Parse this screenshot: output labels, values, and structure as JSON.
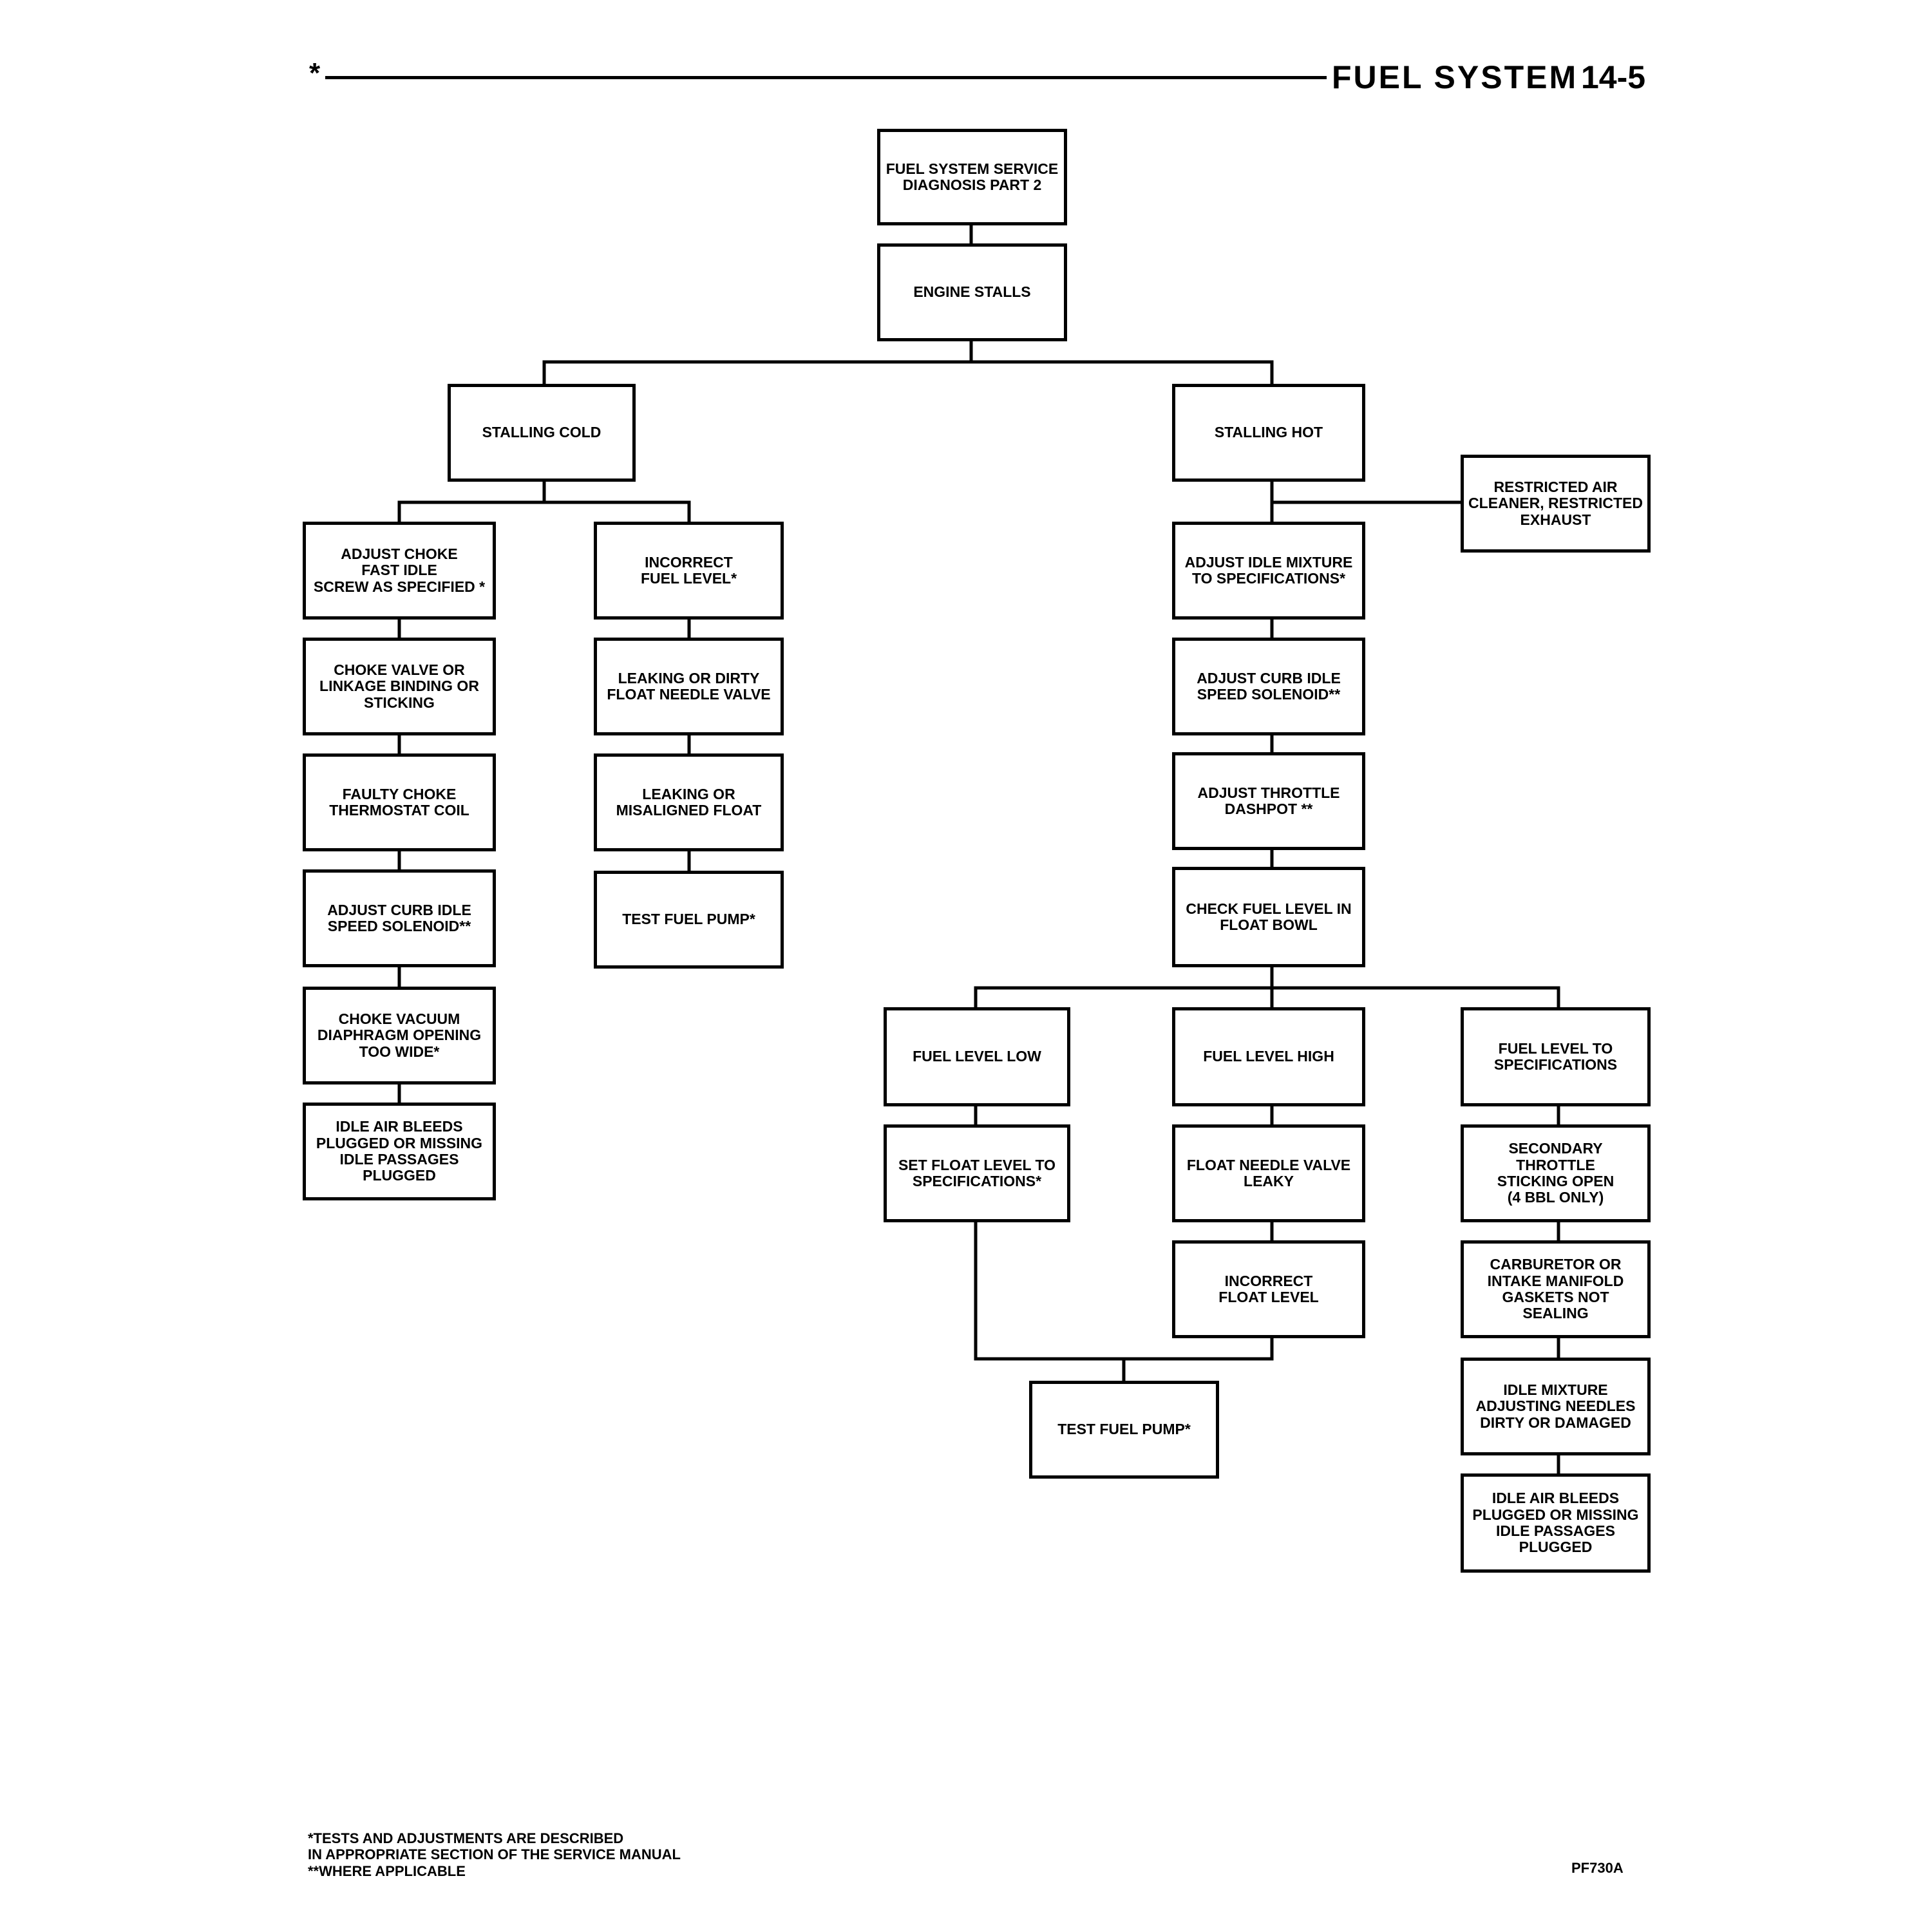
{
  "header": {
    "mark": "*",
    "section_title": "FUEL SYSTEM",
    "page_number": "14-5"
  },
  "boxes": {
    "root": "FUEL SYSTEM SERVICE\nDIAGNOSIS PART 2",
    "engine_stalls": "ENGINE STALLS",
    "stalling_cold": "STALLING COLD",
    "stalling_hot": "STALLING HOT",
    "restricted_air": "RESTRICTED AIR\nCLEANER, RESTRICTED\nEXHAUST",
    "cold_col1": [
      "ADJUST CHOKE\nFAST IDLE\nSCREW AS SPECIFIED *",
      "CHOKE VALVE OR\nLINKAGE BINDING OR\nSTICKING",
      "FAULTY CHOKE\nTHERMOSTAT COIL",
      "ADJUST CURB IDLE\nSPEED SOLENOID**",
      "CHOKE VACUUM\nDIAPHRAGM OPENING\nTOO WIDE*",
      "IDLE AIR BLEEDS\nPLUGGED OR MISSING\nIDLE PASSAGES\nPLUGGED"
    ],
    "cold_col2": [
      "INCORRECT\nFUEL LEVEL*",
      "LEAKING OR DIRTY\nFLOAT NEEDLE VALVE",
      "LEAKING OR\nMISALIGNED FLOAT",
      "TEST FUEL PUMP*"
    ],
    "hot_col": [
      "ADJUST IDLE MIXTURE\nTO SPECIFICATIONS*",
      "ADJUST CURB IDLE\nSPEED SOLENOID**",
      "ADJUST THROTTLE\nDASHPOT **",
      "CHECK FUEL LEVEL IN\nFLOAT BOWL"
    ],
    "fuel_low": "FUEL LEVEL LOW",
    "set_float": "SET FLOAT LEVEL TO\nSPECIFICATIONS*",
    "fuel_high": "FUEL LEVEL HIGH",
    "float_needle": "FLOAT NEEDLE VALVE\nLEAKY",
    "incorrect_float": "INCORRECT\nFLOAT LEVEL",
    "test_pump_bottom": "TEST FUEL PUMP*",
    "fuel_spec": "FUEL LEVEL TO\nSPECIFICATIONS",
    "spec_col": [
      "SECONDARY THROTTLE\nSTICKING OPEN\n(4 BBL ONLY)",
      "CARBURETOR OR\nINTAKE MANIFOLD\nGASKETS NOT SEALING",
      "IDLE MIXTURE\nADJUSTING NEEDLES\nDIRTY OR DAMAGED",
      "IDLE AIR BLEEDS\nPLUGGED OR MISSING\nIDLE PASSAGES\nPLUGGED"
    ]
  },
  "footnote": "*TESTS AND ADJUSTMENTS ARE DESCRIBED\n IN APPROPRIATE SECTION OF THE SERVICE MANUAL\n**WHERE APPLICABLE",
  "figure_id": "PF730A"
}
